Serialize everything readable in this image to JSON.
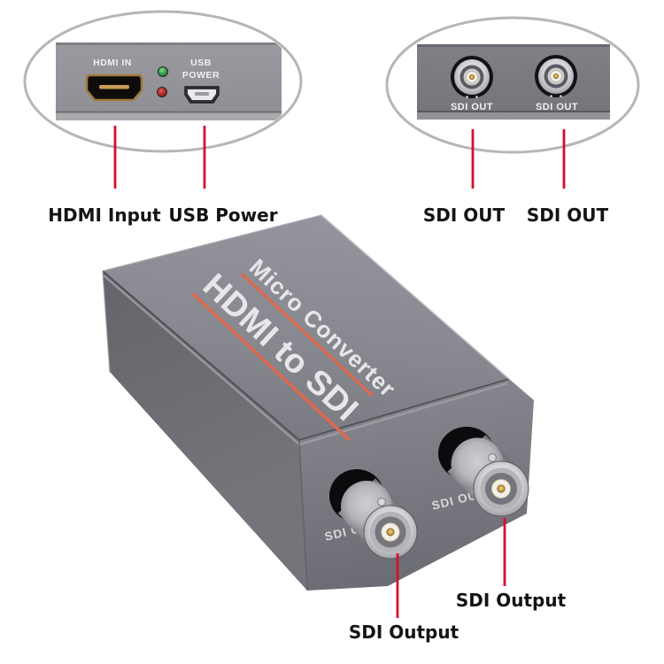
{
  "front": {
    "hdmi_in": "HDMI IN",
    "usb_top": "USB",
    "usb_bottom": "POWER",
    "label_hdmi": "HDMI Input",
    "label_usb": "USB Power"
  },
  "rear": {
    "port_left": "SDI OUT",
    "port_right": "SDI OUT",
    "label_left": "SDI OUT",
    "label_right": "SDI OUT"
  },
  "device": {
    "line1": "Micro Converter",
    "line2": "HDMI to SDI",
    "face_port_left": "SDI OUT",
    "face_port_right": "SDI OUT"
  },
  "bottom": {
    "label_left": "SDI Output",
    "label_right": "SDI Output"
  },
  "colors": {
    "annotation_red": "#d6102c",
    "accent_orange": "#db6950",
    "oval_stroke": "#b6b6b6",
    "label_ink": "#141414",
    "chassis_gray": "#7d7d85"
  }
}
